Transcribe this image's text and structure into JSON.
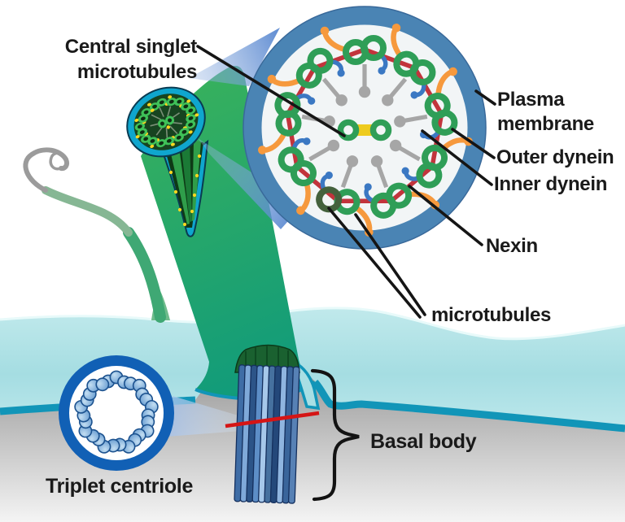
{
  "labels": {
    "central_singlet_line1": "Central singlet",
    "central_singlet_line2": "microtubules",
    "plasma_membrane_line1": "Plasma",
    "plasma_membrane_line2": "membrane",
    "outer_dynein": "Outer dynein",
    "inner_dynein": "Inner dynein",
    "nexin": "Nexin",
    "microtubules": "microtubules",
    "basal_body": "Basal body",
    "triplet_centriole": "Triplet centriole"
  },
  "colors": {
    "membrane_ring_blue": "#4a84b4",
    "microtubule_green": "#2f9e57",
    "highlighted_microtubule_dark_green": "#44613c",
    "nexin_red": "#c2343c",
    "outer_dynein_orange": "#f6993d",
    "inner_dynein_blue": "#3b78c3",
    "radial_spoke_gray": "#a6a6a6",
    "central_bridge_yellow": "#eecb1e",
    "flagellum_green": "#2fae57",
    "flagellum_teal_green": "#0f9a7c",
    "tip_membrane_teal": "#0fa6ce",
    "cell_surface_teal": "#b2e2e6",
    "surface_edge_teal": "#1195b8",
    "cell_interior_gray": "#a0a0a0",
    "centriole_ring_blue": "#1160b5",
    "centriole_dot_blue": "#7fb0dd",
    "basal_body_tube_blue": "#3f6da6",
    "cross_line_red": "#d51515",
    "leader_line_black": "#151515",
    "label_text": "#1a1a1a"
  }
}
